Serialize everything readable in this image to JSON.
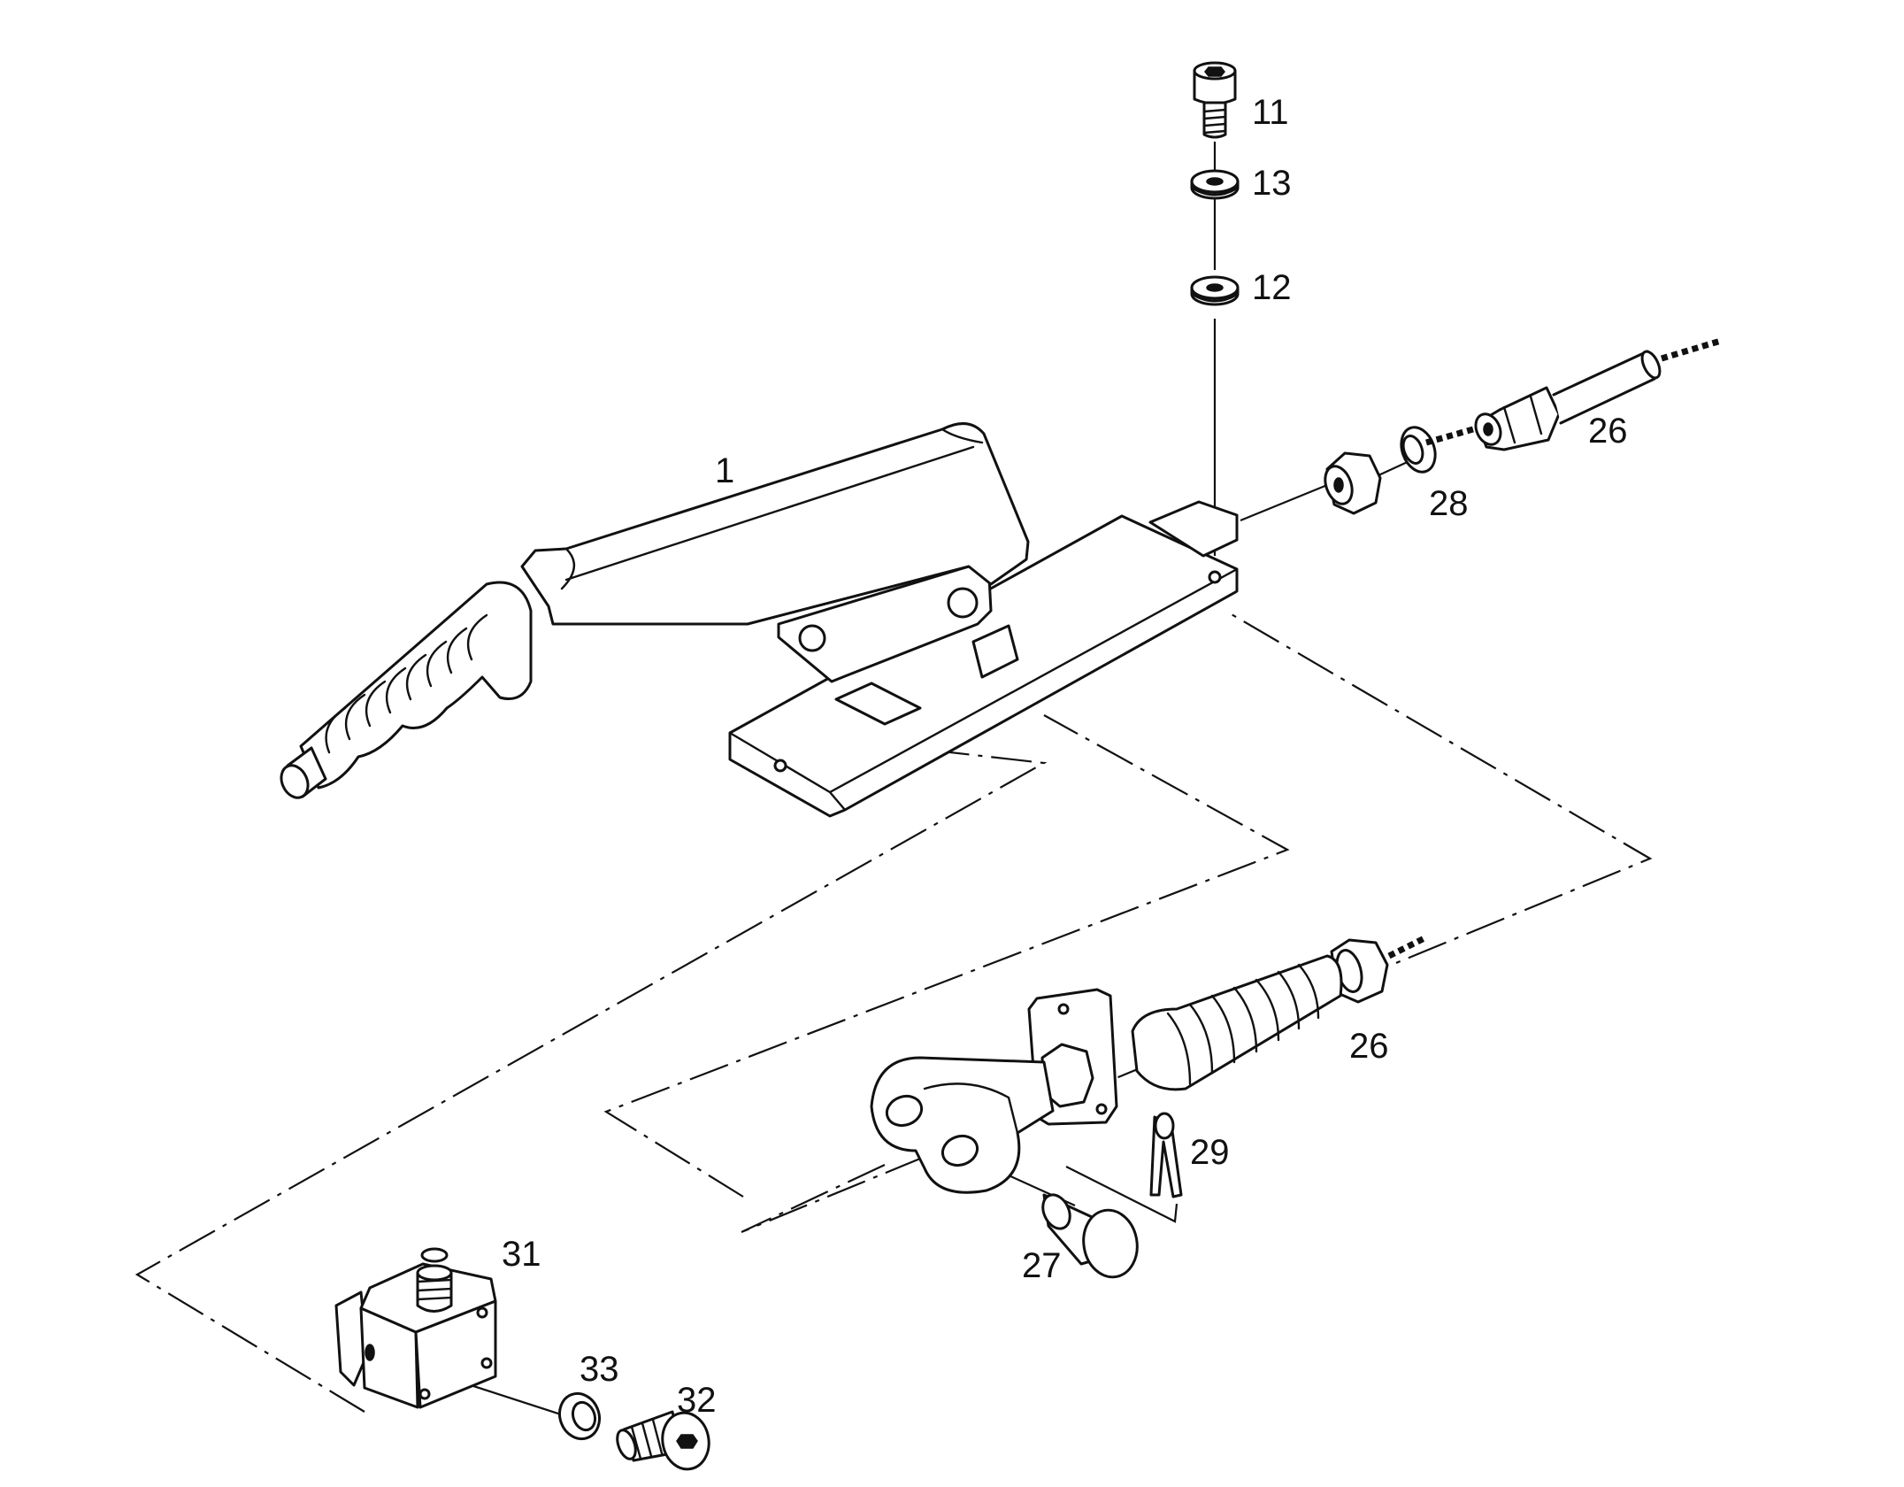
{
  "callouts": {
    "c1": "1",
    "c11": "11",
    "c13": "13",
    "c12": "12",
    "c26_top": "26",
    "c28": "28",
    "c26_bottom": "26",
    "c29": "29",
    "c27": "27",
    "c31": "31",
    "c33": "33",
    "c32": "32"
  }
}
